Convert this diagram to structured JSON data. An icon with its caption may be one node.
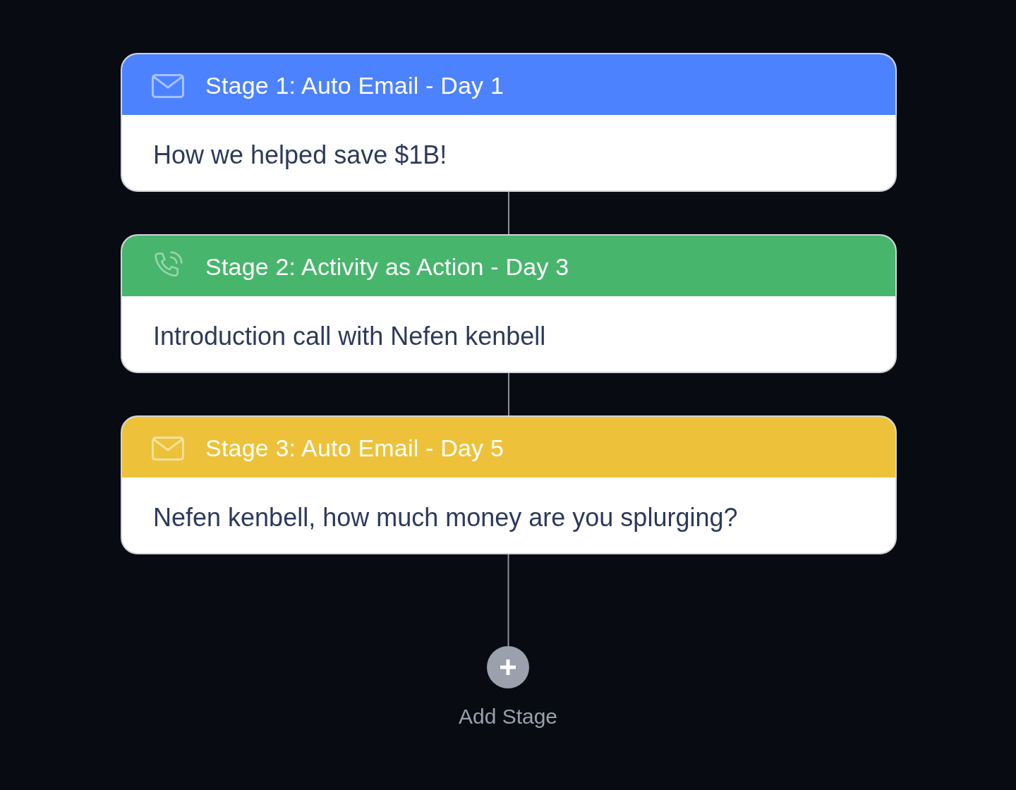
{
  "diagram": {
    "nodes": [
      {
        "text": [
          "Stage 1: Auto Email - Day 1",
          "How we helped save $1B!"
        ]
      },
      {
        "text": [
          "Stage 2: Activity as Action - Day 3",
          "Introduction call with Nefen kenbell"
        ]
      },
      {
        "text": [
          "Stage 3: Auto Email - Day 5",
          "Nefen kenbell, how much money are you splurging?"
        ]
      },
      {
        "text": [],
        "shape": "circle",
        "beside": [
          "Add Stage"
        ]
      }
    ],
    "edges": [
      {
        "from": 0,
        "to": 1,
        "arrow": "none"
      },
      {
        "from": 1,
        "to": 2,
        "arrow": "none"
      },
      {
        "from": 2,
        "to": 3,
        "arrow": "none"
      }
    ]
  }
}
